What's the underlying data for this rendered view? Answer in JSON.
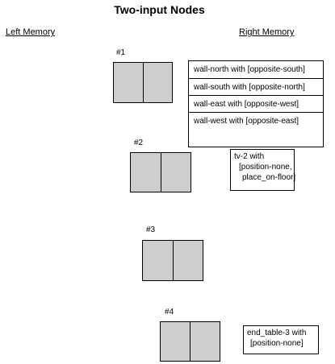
{
  "title": "Two-input Nodes",
  "columns": {
    "left": "Left Memory",
    "right": "Right Memory"
  },
  "nodes": [
    {
      "label": "#1"
    },
    {
      "label": "#2"
    },
    {
      "label": "#3"
    },
    {
      "label": "#4"
    }
  ],
  "right_memory": {
    "node1": [
      "wall-north with [opposite-south]",
      "wall-south with [opposite-north]",
      "wall-east with [opposite-west]",
      "wall-west with [opposite-east]"
    ],
    "node2": [
      "tv-2 with",
      "[position-none,",
      "place_on-floor]"
    ],
    "node4": [
      "end_table-3 with",
      "[position-none]"
    ]
  }
}
